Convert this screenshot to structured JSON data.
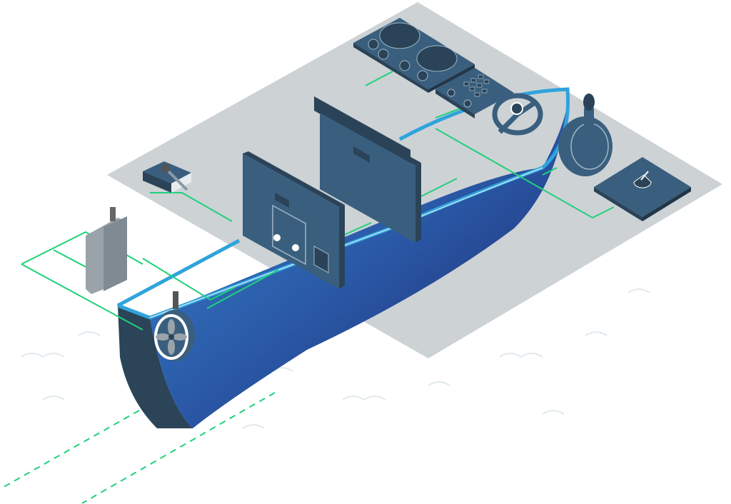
{
  "illustration": {
    "colors": {
      "deck_plane": "#cdd2d5",
      "hull_light": "#2f6fb7",
      "hull_dark": "#1e2a6a",
      "stern": "#2b4457",
      "deck_edge": "#2fa3dc",
      "panel": "#3a5f7e",
      "panel_dark": "#2a4358",
      "connection": "#1fd17a",
      "wave": "#dfe7ec"
    },
    "components": [
      "control-panel",
      "keypad-panel",
      "steering-wheel",
      "throttle-lever",
      "joystick-panel",
      "display-cabinet",
      "junction-box",
      "actuator",
      "rudder",
      "bow-thruster"
    ]
  }
}
